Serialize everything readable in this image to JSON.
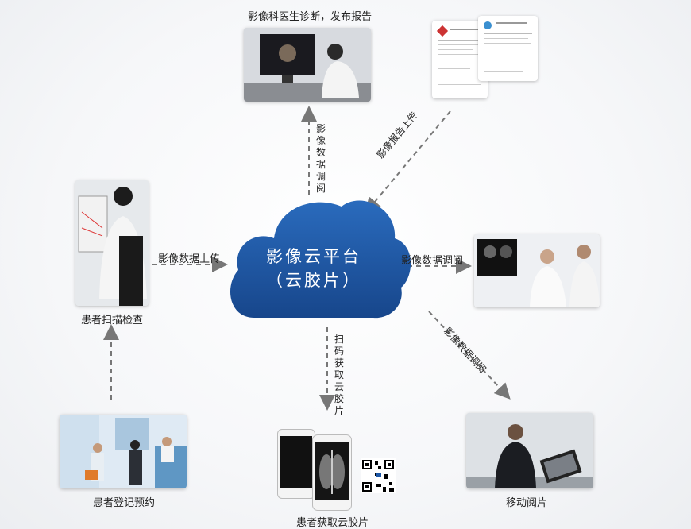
{
  "diagram": {
    "cloud": {
      "line1": "影像云平台",
      "line2": "（云胶片）"
    },
    "nodes": {
      "doctor_diagnosis": "影像科医生诊断，发布报告",
      "patient_scan": "患者扫描检查",
      "patient_register": "患者登记预约",
      "patient_get_film": "患者获取云胶片",
      "mobile_view": "移动阅片"
    },
    "edges": {
      "scan_to_cloud": "影像数据上传",
      "cloud_to_doctor": "影像数据调阅",
      "report_to_cloud": "影像报告上传",
      "cloud_to_consult": "影像数据调阅",
      "cloud_to_patient": "扫码获取云胶片",
      "cloud_to_mobile": "影像数据调阅"
    }
  },
  "colors": {
    "cloud": "#1d57a6",
    "arrow": "#777777"
  }
}
